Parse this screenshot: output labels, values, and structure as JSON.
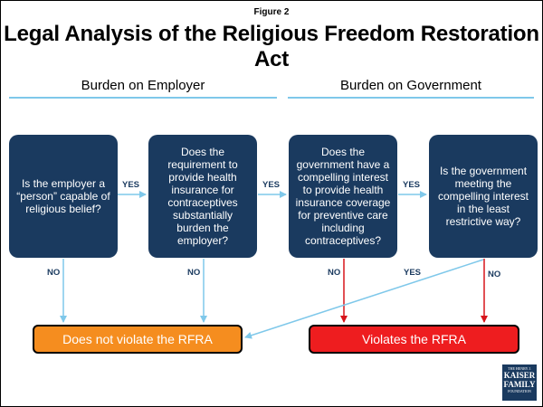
{
  "figure_label": "Figure 2",
  "title": "Legal Analysis of the Religious Freedom Restoration Act",
  "sections": {
    "employer": "Burden on Employer",
    "government": "Burden on Government"
  },
  "boxes": [
    "Is the employer a “person” capable of religious belief?",
    "Does the requirement to provide health insurance for contraceptives substantially burden the employer?",
    "Does the government have a compelling interest to provide health insurance coverage for preventive care including contraceptives?",
    "Is the government meeting the compelling interest in the least restrictive way?"
  ],
  "yes_label": "YES",
  "no_label": "NO",
  "outcomes": {
    "not_violate": "Does not violate the RFRA",
    "violates": "Violates the RFRA"
  },
  "logo": {
    "line1": "THE HENRY J.",
    "line2": "KAISER",
    "line3": "FAMILY",
    "line4": "FOUNDATION"
  },
  "colors": {
    "box": "#1a3a5f",
    "light_arrow": "#7fc8ea",
    "red_arrow": "#d7151b",
    "orange": "#f58d1f",
    "red": "#ee1d1f"
  }
}
